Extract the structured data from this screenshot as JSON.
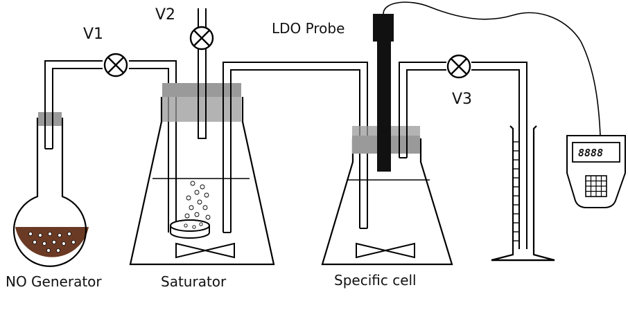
{
  "labels": {
    "v1": "V1",
    "v2": "V2",
    "v3": "V3",
    "ldo_probe": "LDO Probe",
    "no_generator": "NO Generator",
    "saturator": "Saturator",
    "specific_cell": "Specific cell"
  },
  "meter": {
    "display": "8888"
  },
  "colors": {
    "stopper": "#9a9a9a",
    "liquid": "#6b3a24",
    "probe": "#111111",
    "line": "#000000"
  },
  "icons": {
    "valve": "valve-icon",
    "stirrer": "magnetic-stirrer-icon",
    "keypad": "keypad-icon"
  }
}
